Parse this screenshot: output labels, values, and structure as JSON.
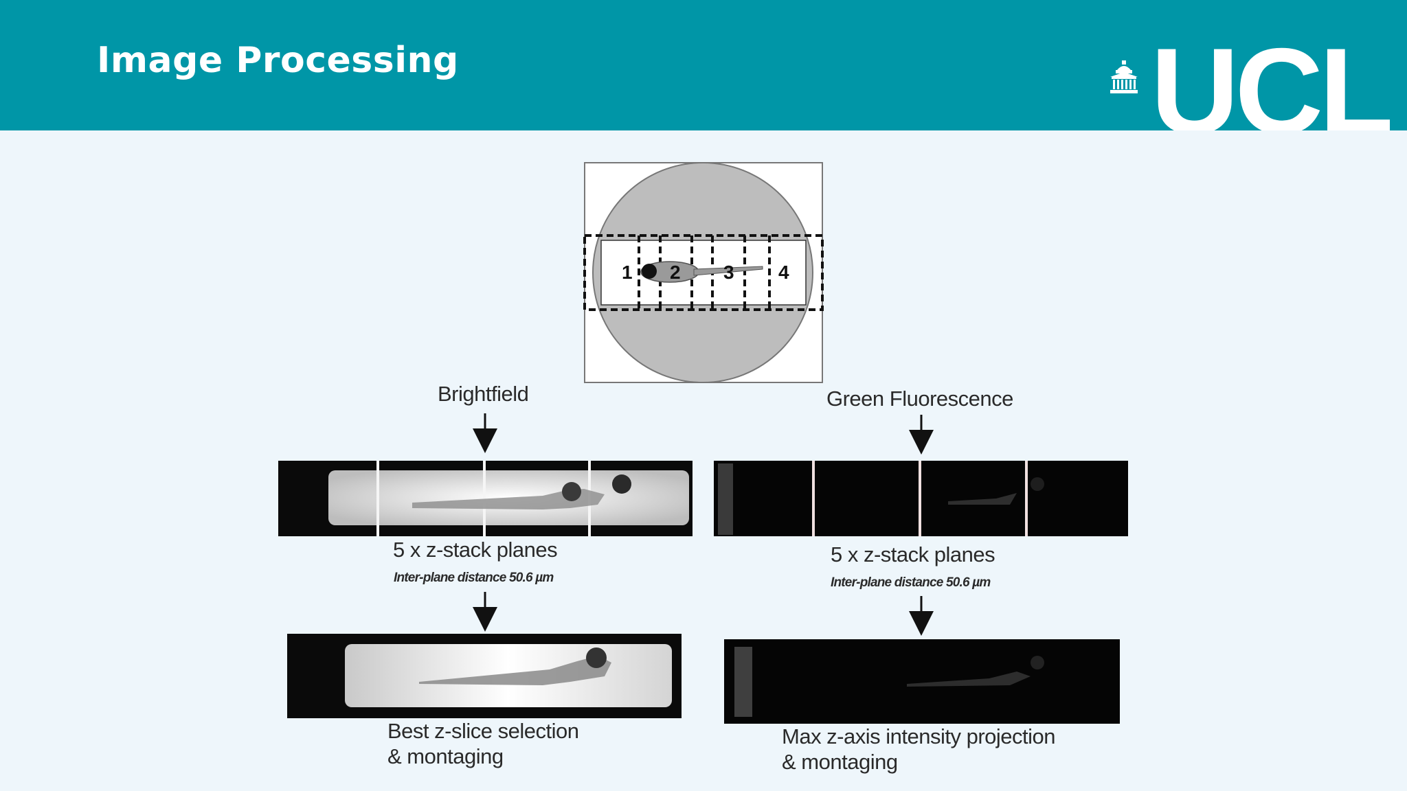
{
  "header": {
    "title": "Image Processing",
    "logo_text": "UCL",
    "color": "#0096a7"
  },
  "plate": {
    "regions": [
      "1",
      "2",
      "3",
      "4"
    ]
  },
  "brightfield": {
    "heading": "Brightfield",
    "stack_label": "5 x z-stack planes",
    "distance_label": "Inter-plane distance 50.6 µm",
    "result_caption": "Best z-slice selection\n& montaging"
  },
  "fluorescence": {
    "heading": "Green Fluorescence",
    "stack_label": "5 x z-stack planes",
    "distance_label": "Inter-plane distance 50.6 µm",
    "result_caption": "Max z-axis intensity projection\n& montaging"
  }
}
